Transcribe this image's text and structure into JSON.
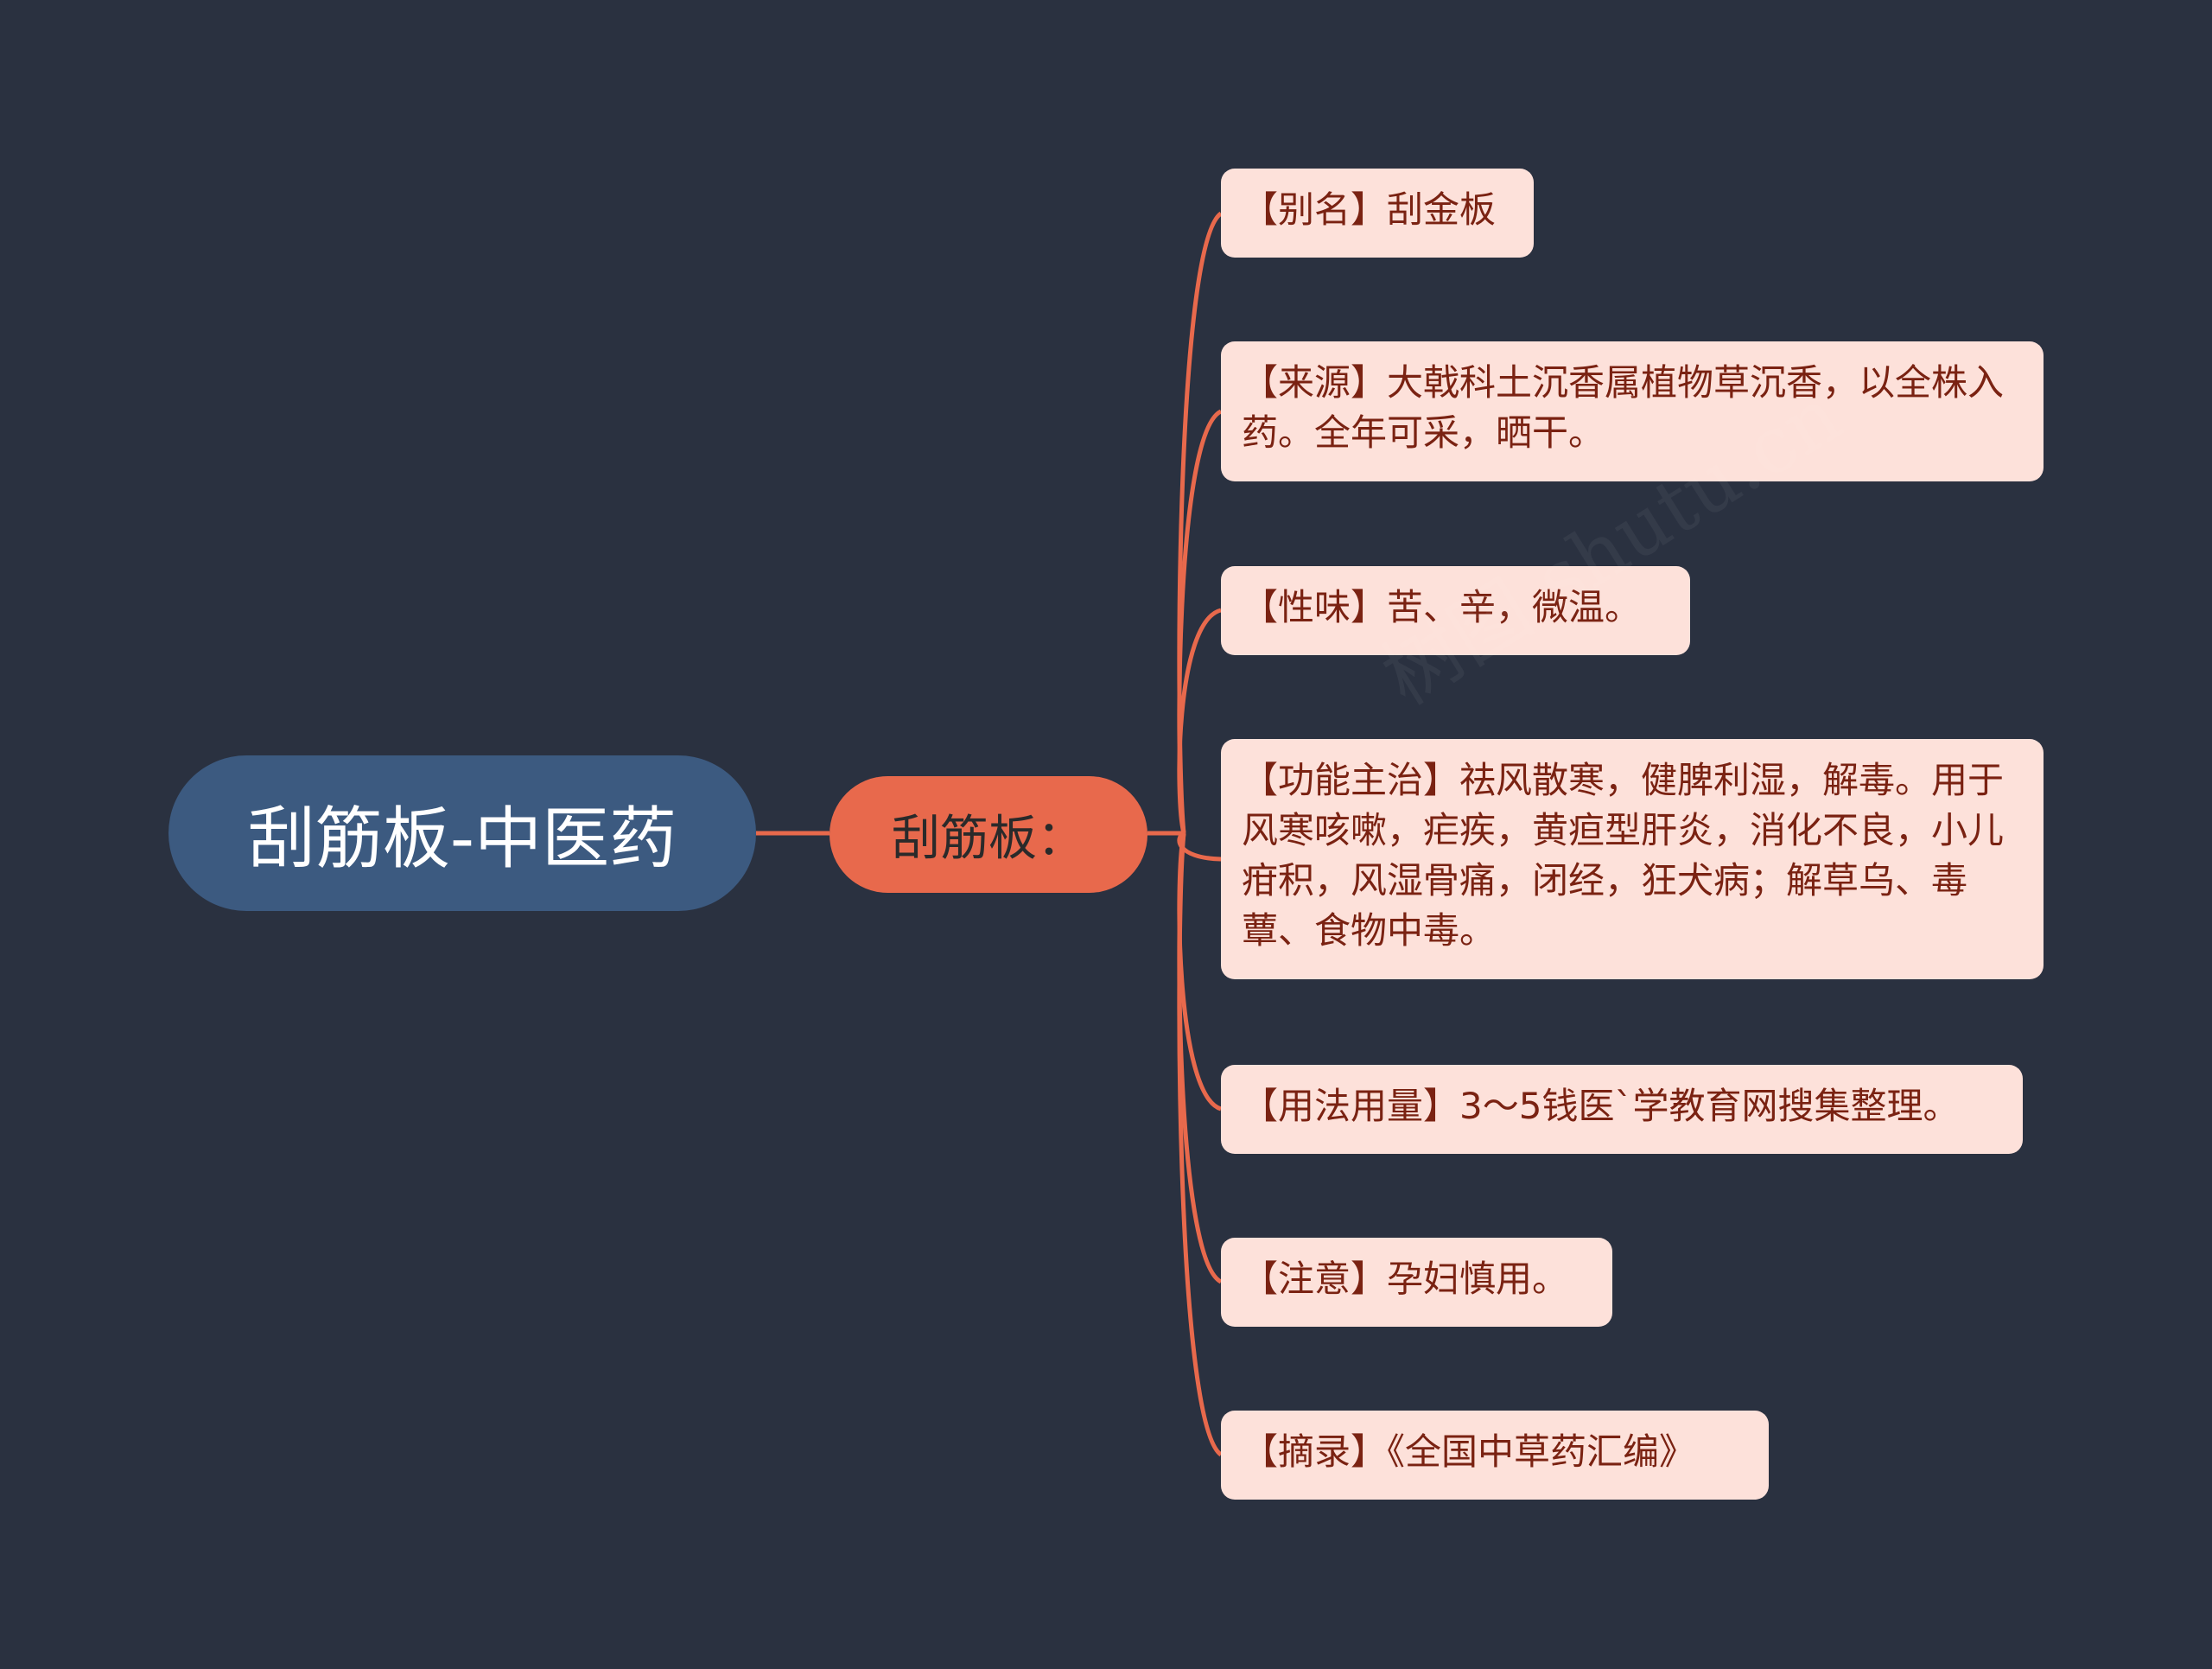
{
  "colors": {
    "background": "#2a3140",
    "root_fill": "#3c5a80",
    "mid_fill": "#e8694c",
    "leaf_fill": "#fde1da",
    "leaf_text": "#7a2212",
    "link": "#e8694c"
  },
  "root": {
    "label": "刮筋板-中医药"
  },
  "branch": {
    "label": "刮筋板："
  },
  "leaves": [
    {
      "text": "【别名】刮金板"
    },
    {
      "text": "【来源】大戟科土沉香属植物草沉香，以全株入药。全年可采，晒干。"
    },
    {
      "text": "【性味】苦、辛，微温。"
    },
    {
      "text": "【功能主治】祛风散寒，健脾利湿，解毒。用于风寒咳嗽，疟疾，黄疸型肝炎，消化不良，小儿疳积，风湿骨痛，闭经，狂犬病；解草乌、毒蕈、食物中毒。"
    },
    {
      "text": "【用法用量】3～5钱医`学教育网搜集整理。"
    },
    {
      "text": "【注意】孕妇慎用。"
    },
    {
      "text": "【摘录】《全国中草药汇编》"
    }
  ],
  "watermark": "树图 shutu.cn"
}
